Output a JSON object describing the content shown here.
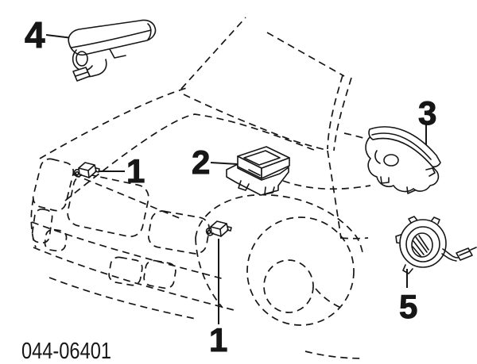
{
  "figure_code": "044-06401",
  "colors": {
    "background": "#ffffff",
    "line": "#161616"
  },
  "callouts": [
    {
      "label": "4",
      "part": "passenger-airbag-assembly"
    },
    {
      "label": "1",
      "part": "front-impact-sensor-left"
    },
    {
      "label": "2",
      "part": "center-airbag-sensor-assembly"
    },
    {
      "label": "3",
      "part": "steering-wheel-pad"
    },
    {
      "label": "5",
      "part": "spiral-cable"
    },
    {
      "label": "1",
      "part": "front-impact-sensor-right"
    }
  ]
}
